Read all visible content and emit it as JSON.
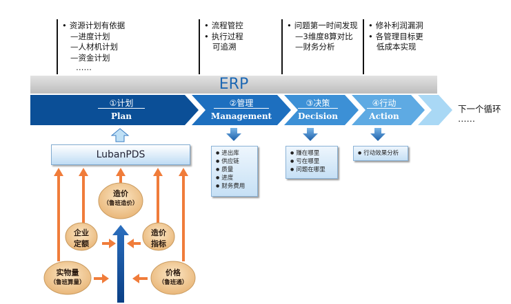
{
  "top_notes": [
    {
      "lines": [
        "资源计划有依据",
        "—进度计划",
        "—人材机计划",
        "—资金计划",
        "……"
      ],
      "bullets": [
        0
      ]
    },
    {
      "lines": [
        "流程管控",
        "执行过程",
        "可追溯"
      ],
      "bullets": [
        0,
        1
      ]
    },
    {
      "lines": [
        "问题第一时间发现",
        "—3维度8算对比",
        "—财务分析"
      ],
      "bullets": [
        0
      ]
    },
    {
      "lines": [
        "修补利润漏洞",
        "各管理目标更",
        "低成本实现"
      ],
      "bullets": [
        0,
        1
      ]
    }
  ],
  "erp_label": "ERP",
  "stages": [
    {
      "title": "①计划",
      "en": "Plan"
    },
    {
      "title": "②管理",
      "en": "Management"
    },
    {
      "title": "③决策",
      "en": "Decision"
    },
    {
      "title": "④行动",
      "en": "Action"
    }
  ],
  "next_cycle": {
    "line1": "下一个循环",
    "line2": "……"
  },
  "pds_label": "LubanPDS",
  "info_boxes": {
    "management": [
      "进出库",
      "供应链",
      "质量",
      "进度",
      "财务费用"
    ],
    "decision": [
      "赚在哪里",
      "亏在哪里",
      "问题在哪里"
    ],
    "action": [
      "行动效果分析"
    ]
  },
  "coins": {
    "cost_price": {
      "l1": "造价",
      "l2": "（鲁班造价）"
    },
    "enterprise_quota": {
      "l1": "企业",
      "l2": "定额"
    },
    "cost_index": {
      "l1": "造价",
      "l2": "指标"
    },
    "physical_quantity": {
      "l1": "实物量",
      "l2": "（鲁班算量）"
    },
    "price": {
      "l1": "价格",
      "l2": "（鲁班通）"
    }
  },
  "colors": {
    "stage_blue_dark": "#0b4f97",
    "stage_blue_light": "#8fc9ee",
    "erp_text": "#1c67b3",
    "orange_arrow": "#f07c3a",
    "coin": "#f2cf9e"
  }
}
